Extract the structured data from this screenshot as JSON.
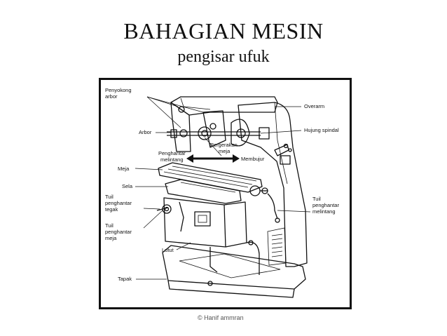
{
  "title": "BAHAGIAN MESIN",
  "subtitle": "pengisar ufuk",
  "credit": "© Hanif ammran",
  "labels": {
    "penyokong_arbor_1": "Penyokong",
    "penyokong_arbor_2": "arbor",
    "overarm": "Overarm",
    "arbor": "Arbor",
    "hujung_spindal": "Hujung spindal",
    "pergerakan_meja_1": "Pergerakan",
    "pergerakan_meja_2": "meja",
    "penghantar_melintang_1": "Penghantar",
    "penghantar_melintang_2": "melintang",
    "membujur": "Membujur",
    "meja": "Meja",
    "sela": "Sela",
    "tuil_tegak_1": "Tuil",
    "tuil_tegak_2": "penghantar",
    "tuil_tegak_3": "tegak",
    "tuil_meja_1": "Tuil",
    "tuil_meja_2": "penghantar",
    "tuil_meja_3": "meja",
    "tuil_melintang_1": "Tuil",
    "tuil_melintang_2": "penghantar",
    "tuil_melintang_3": "melintang",
    "lutut": "Lutut",
    "tapak": "Tapak"
  }
}
